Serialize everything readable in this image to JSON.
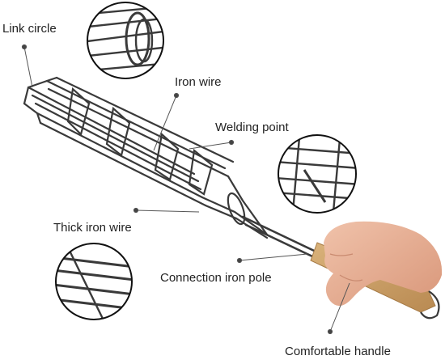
{
  "labels": {
    "link_circle": "Link circle",
    "iron_wire": "Iron wire",
    "welding_point": "Welding point",
    "thick_iron_wire": "Thick iron wire",
    "connection_iron_pole": "Connection iron pole",
    "comfortable_handle": "Comfortable handle"
  },
  "colors": {
    "wire": "#3a3a3a",
    "wood": "#c9a26a",
    "skin": "#e6b096",
    "text": "#222222",
    "leader": "#555555"
  }
}
